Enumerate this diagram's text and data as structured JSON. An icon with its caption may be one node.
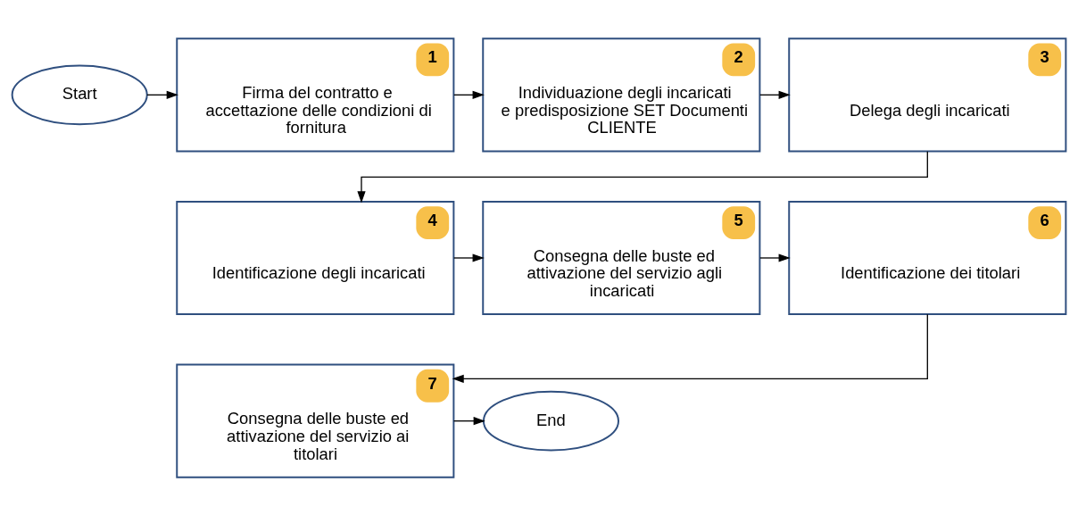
{
  "diagram": {
    "nodes": [
      {
        "text": [
          "Start"
        ]
      },
      {
        "text": [
          "1",
          "Firma del contratto e accettazione delle condizioni di fornitura"
        ]
      },
      {
        "text": [
          "2",
          "Individuazione degli incaricati e predisposizione SET Documenti CLIENTE"
        ]
      },
      {
        "text": [
          "3",
          "Delega degli incaricati"
        ]
      },
      {
        "text": [
          "4",
          "Identificazione degli incaricati"
        ]
      },
      {
        "text": [
          "5",
          "Consegna delle buste ed attivazione del servizio agli incaricati"
        ]
      },
      {
        "text": [
          "6",
          "Identificazione dei titolari"
        ]
      },
      {
        "text": [
          "7",
          "Consegna delle buste ed attivazione del servizio ai titolari"
        ]
      },
      {
        "text": [
          "End"
        ]
      }
    ],
    "edges": [
      {
        "from": 0,
        "to": 1,
        "arrow": "to"
      },
      {
        "from": 1,
        "to": 2,
        "arrow": "to"
      },
      {
        "from": 2,
        "to": 3,
        "arrow": "to"
      },
      {
        "from": 3,
        "to": 4,
        "arrow": "to"
      },
      {
        "from": 4,
        "to": 5,
        "arrow": "to"
      },
      {
        "from": 5,
        "to": 6,
        "arrow": "to"
      },
      {
        "from": 6,
        "to": 7,
        "arrow": "to"
      },
      {
        "from": 7,
        "to": 8,
        "arrow": "to"
      }
    ]
  }
}
